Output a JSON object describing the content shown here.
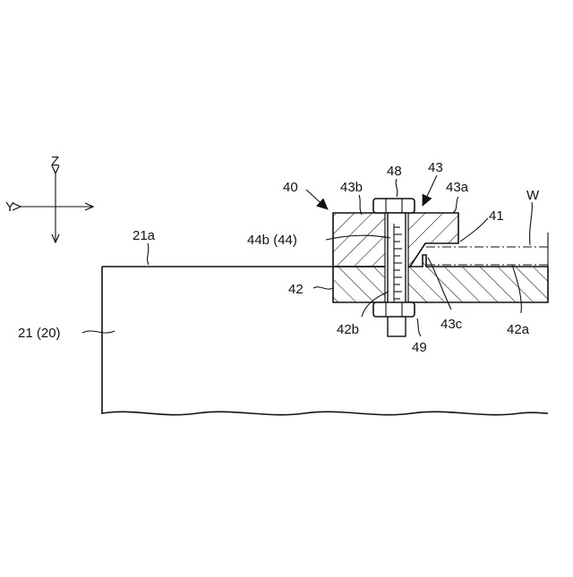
{
  "axes": {
    "z": "Z",
    "y": "Y"
  },
  "labels": {
    "base_surface": "21a",
    "base": "21 (20)",
    "assembly": "40",
    "upper_plate": "43b",
    "bolt": "48",
    "upper_member": "43",
    "upper_tip": "43a",
    "clamp": "41",
    "workpiece": "W",
    "threaded_hole": "44b (44)",
    "lower_member": "42",
    "lower_hole": "42b",
    "nut": "49",
    "recess": "43c",
    "lower_surface": "42a"
  }
}
